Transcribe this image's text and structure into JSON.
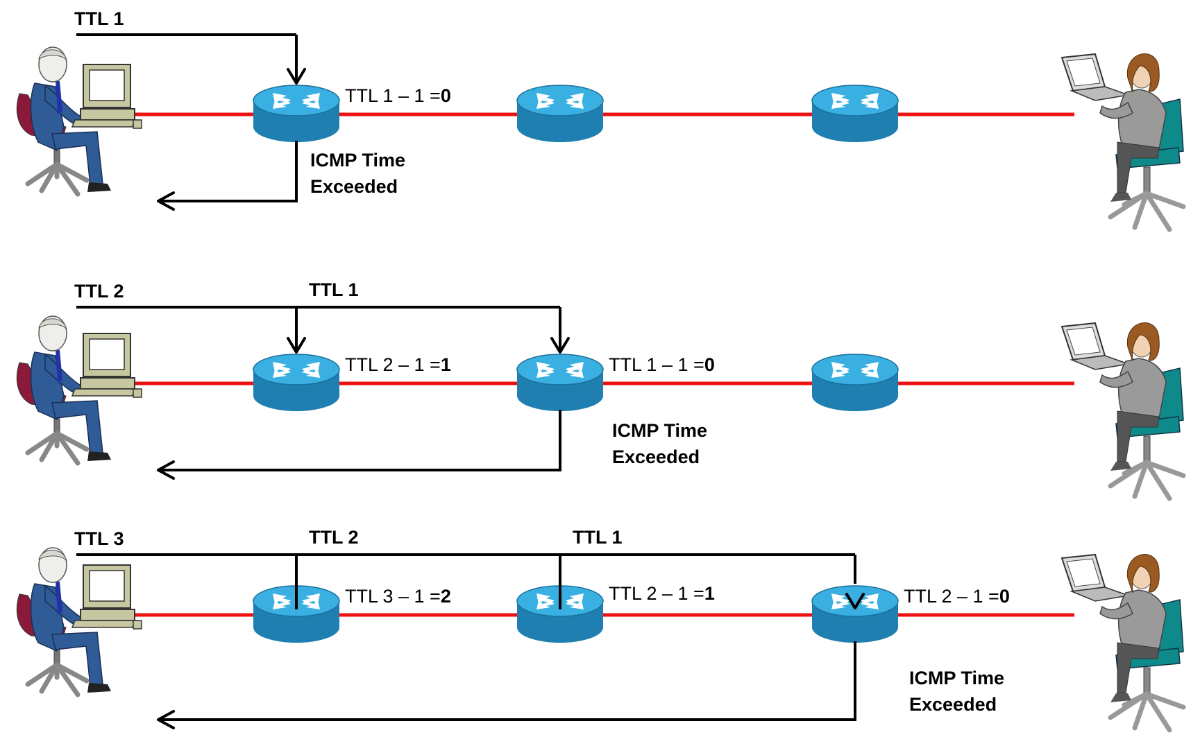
{
  "colors": {
    "link": "#ee1111",
    "arrow": "#000000",
    "router_top": "#3ab0e2",
    "router_side": "#1f7fb0",
    "person_suit": "#2f5b96",
    "woman_suit": "#9a9a9a",
    "chair_left": "#8b1a3a",
    "chair_right": "#0f8a8a"
  },
  "icons": {
    "sender": "man-at-desktop-icon",
    "receiver": "woman-at-laptop-icon",
    "router": "router-icon"
  },
  "rows": [
    {
      "ttl_start": "TTL 1",
      "hop_labels": [],
      "calcs": [
        {
          "expr": "TTL 1 – 1 =",
          "result": "0"
        }
      ],
      "icmp_line1": "ICMP Time",
      "icmp_line2": "Exceeded"
    },
    {
      "ttl_start": "TTL 2",
      "hop_labels": [
        "TTL 1"
      ],
      "calcs": [
        {
          "expr": "TTL 2 – 1 =",
          "result": "1"
        },
        {
          "expr": "TTL 1 – 1 =",
          "result": "0"
        }
      ],
      "icmp_line1": "ICMP Time",
      "icmp_line2": "Exceeded"
    },
    {
      "ttl_start": "TTL 3",
      "hop_labels": [
        "TTL 2",
        "TTL 1"
      ],
      "calcs": [
        {
          "expr": "TTL 3 – 1 =",
          "result": "2"
        },
        {
          "expr": "TTL 2 – 1 =",
          "result": "1"
        },
        {
          "expr": "TTL 2 – 1 =",
          "result": "0"
        }
      ],
      "icmp_line1": "ICMP Time",
      "icmp_line2": "Exceeded"
    }
  ]
}
